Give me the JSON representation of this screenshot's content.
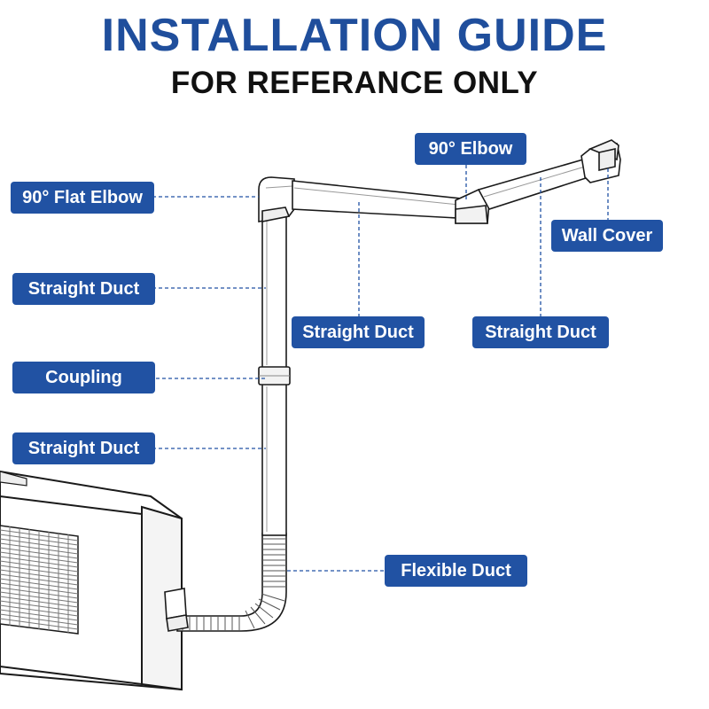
{
  "header": {
    "title": "INSTALLATION GUIDE",
    "subtitle": "FOR REFERANCE ONLY"
  },
  "labels": {
    "elbow_90": "90° Elbow",
    "flat_elbow": "90° Flat Elbow",
    "wall_cover": "Wall Cover",
    "straight_duct_left_upper": "Straight Duct",
    "straight_duct_top_mid": "Straight Duct",
    "straight_duct_top_right": "Straight Duct",
    "coupling": "Coupling",
    "straight_duct_left_lower": "Straight Duct",
    "flexible_duct": "Flexible Duct"
  },
  "colors": {
    "title_blue": "#1f4e9c",
    "tag_blue": "#2152a3",
    "leader_line": "#2152a3",
    "outline": "#1a1a1a"
  }
}
